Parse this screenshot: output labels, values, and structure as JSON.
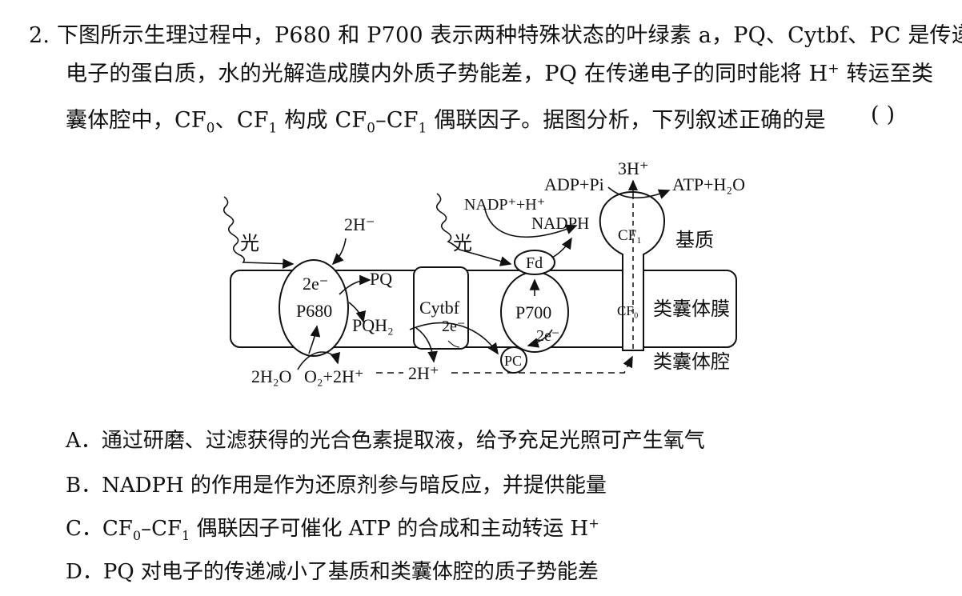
{
  "question": {
    "number": "2.",
    "line1": "下图所示生理过程中，P680 和 P700 表示两种特殊状态的叶绿素 a，PQ、Cytbf、PC 是传递",
    "line2_a": "电子的蛋白质，水的光解造成膜内外质子势能差，PQ 在传递电子的同时能将 H",
    "line2_sup": "+",
    "line2_b": " 转运至类",
    "line3_a": "囊体腔中，CF",
    "line3_sub0": "0",
    "line3_b": "、CF",
    "line3_sub1": "1",
    "line3_c": " 构成 CF",
    "line3_sub2": "0",
    "line3_d": "–CF",
    "line3_sub3": "1",
    "line3_e": " 偶联因子。据图分析，下列叙述正确的是",
    "answer_bracket": "(        )"
  },
  "diagram": {
    "light_left": "光",
    "light_right": "光",
    "h_top_left": "2H⁻",
    "e_p680": "2e⁻",
    "p680": "P680",
    "pq": "PQ",
    "pqh2": "PQH₂",
    "cytbf": "Cytbf",
    "e_cytbf": "2e⁻",
    "p700": "P700",
    "e_p700": "2e⁻",
    "fd": "Fd",
    "pc": "PC",
    "nadp": "NADP⁺+H⁺",
    "nadph": "NADPH",
    "adp": "ADP+Pi",
    "h3": "3H⁺",
    "atp": "ATP+H₂O",
    "cf1": "CF₁",
    "cf0": "CF₀",
    "stroma": "基质",
    "membrane": "类囊体膜",
    "lumen": "类囊体腔",
    "water": "2H₂O",
    "o2": "O₂+2H⁺",
    "h_lumen": "2H⁺"
  },
  "options": {
    "a": "A．通过研磨、过滤获得的光合色素提取液，给予充足光照可产生氧气",
    "b": "B．NADPH 的作用是作为还原剂参与暗反应，并提供能量",
    "c_pre": "C．CF",
    "c_sub0": "0",
    "c_mid": "–CF",
    "c_sub1": "1",
    "c_post": " 偶联因子可催化 ATP 的合成和主动转运 H",
    "c_sup": "+",
    "d": "D．PQ 对电子的传递减小了基质和类囊体腔的质子势能差"
  }
}
